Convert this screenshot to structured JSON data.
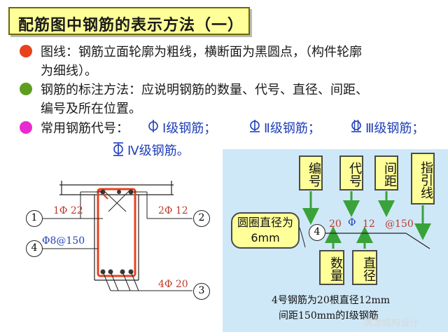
{
  "title": "配筋图中钢筋的表示方法（一）",
  "bullets": [
    {
      "color": "#e8421c",
      "line1": "图线：钢筋立面轮廓为粗线，横断面为黑圆点，（构件轮廓",
      "line2": "为细线）。"
    },
    {
      "color": "#5f9d1f",
      "line1": "钢筋的标注方法：应说明钢筋的数量、代号、直径、间距、",
      "line2": "编号及所在位置。"
    },
    {
      "color": "#e82ad0",
      "line1_prefix": "常用钢筋代号：",
      "codes": [
        "Ⅰ级钢筋；",
        "Ⅱ级钢筋；",
        "Ⅲ级钢筋；",
        "Ⅳ级钢筋。"
      ]
    }
  ],
  "section": {
    "labels": {
      "l1": "1Φ 22",
      "l2": "2Φ 12",
      "l3": "4Φ 20",
      "l4": "Φ8@150"
    },
    "circles": [
      "1",
      "2",
      "3",
      "4"
    ]
  },
  "panel": {
    "boxes": {
      "bianhao": "编号",
      "daihao": "代号",
      "jianju": "间距",
      "zhiyinxian": "指引线",
      "shuliang": "数量",
      "zhijing": "直径"
    },
    "circle_text": "圆圈直径为6mm",
    "circle_num": "4",
    "rebar": {
      "count": "20",
      "code": "Φ",
      "dia": "12",
      "spacing": "@150"
    },
    "note_line1": "4号钢筋为20根直径12mm",
    "note_line2": "间距150mm的Ⅰ级钢筋"
  },
  "watermark": "筑龙结构设计"
}
